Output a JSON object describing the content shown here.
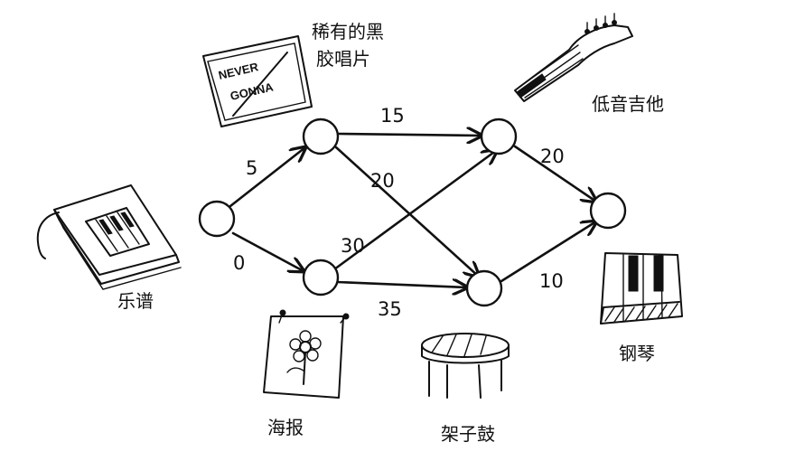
{
  "graph": {
    "edges": [
      {
        "from": "start",
        "to": "record",
        "weight": "5"
      },
      {
        "from": "start",
        "to": "poster",
        "weight": "0"
      },
      {
        "from": "record",
        "to": "guitar",
        "weight": "15"
      },
      {
        "from": "record",
        "to": "drums",
        "weight": "20"
      },
      {
        "from": "poster",
        "to": "guitar",
        "weight": "30"
      },
      {
        "from": "poster",
        "to": "drums",
        "weight": "35"
      },
      {
        "from": "guitar",
        "to": "piano",
        "weight": "20"
      },
      {
        "from": "drums",
        "to": "piano",
        "weight": "10"
      }
    ]
  },
  "items": {
    "music_book": {
      "label": "乐谱"
    },
    "record": {
      "label_line1": "稀有的黑",
      "label_line2": "胶唱片",
      "sign_text_1": "NEVER",
      "sign_text_2": "GONNA"
    },
    "bass_guitar": {
      "label": "低音吉他"
    },
    "poster": {
      "label": "海报"
    },
    "drum_set": {
      "label": "架子鼓"
    },
    "piano": {
      "label": "钢琴"
    }
  }
}
